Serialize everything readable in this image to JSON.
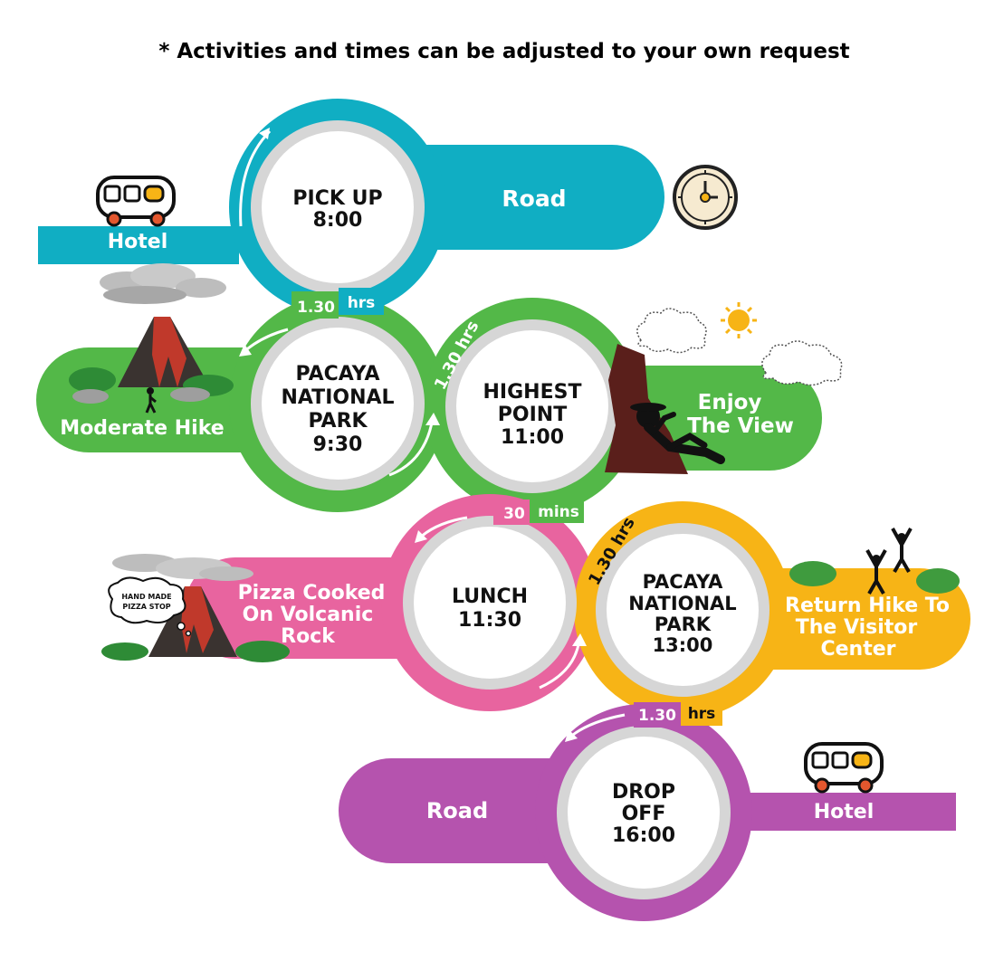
{
  "header": {
    "note": "* Activities and times can be adjusted to your own request"
  },
  "colors": {
    "teal": "#10aec3",
    "green": "#53b848",
    "pink": "#e8649f",
    "orange": "#f7b416",
    "purple": "#b553ae",
    "ring": "#d6d6d6"
  },
  "row1": {
    "hotel_label": "Hotel",
    "road_label": "Road",
    "stop_title": "PICK UP",
    "stop_time": "8:00"
  },
  "row2": {
    "hike_label": "Moderate Hike",
    "stop_line1": "PACAYA",
    "stop_line2": "NATIONAL",
    "stop_line3": "PARK",
    "stop_time": "9:30",
    "highest_line1": "HIGHEST",
    "highest_line2": "POINT",
    "highest_time": "11:00",
    "view_line1": "Enjoy",
    "view_line2": "The View"
  },
  "row3": {
    "pizza_line1": "Pizza Cooked",
    "pizza_line2": "On Volcanic",
    "pizza_line3": "Rock",
    "bubble_line1": "HAND MADE",
    "bubble_line2": "PIZZA STOP",
    "stop_title": "LUNCH",
    "stop_time": "11:30",
    "park_line1": "PACAYA",
    "park_line2": "NATIONAL",
    "park_line3": "PARK",
    "park_time": "13:00",
    "return_line1": "Return Hike To",
    "return_line2": "The Visitor",
    "return_line3": "Center"
  },
  "row4": {
    "road_label": "Road",
    "stop_line1": "DROP",
    "stop_line2": "OFF",
    "stop_time": "16:00",
    "hotel_label": "Hotel"
  },
  "durations": {
    "d1_num": "1.30",
    "d1_unit": "hrs",
    "d2": "1.30 hrs",
    "d3_num": "30",
    "d3_unit": "mins",
    "d4": "1.30 hrs",
    "d5_num": "1.30",
    "d5_unit": "hrs"
  },
  "icons": [
    "bus-icon",
    "clock-icon",
    "volcano-icon",
    "hiker-icon",
    "cloud-icon",
    "sun-icon",
    "relaxing-person-icon",
    "cheering-people-icon",
    "bush-icon",
    "speech-bubble-icon"
  ]
}
